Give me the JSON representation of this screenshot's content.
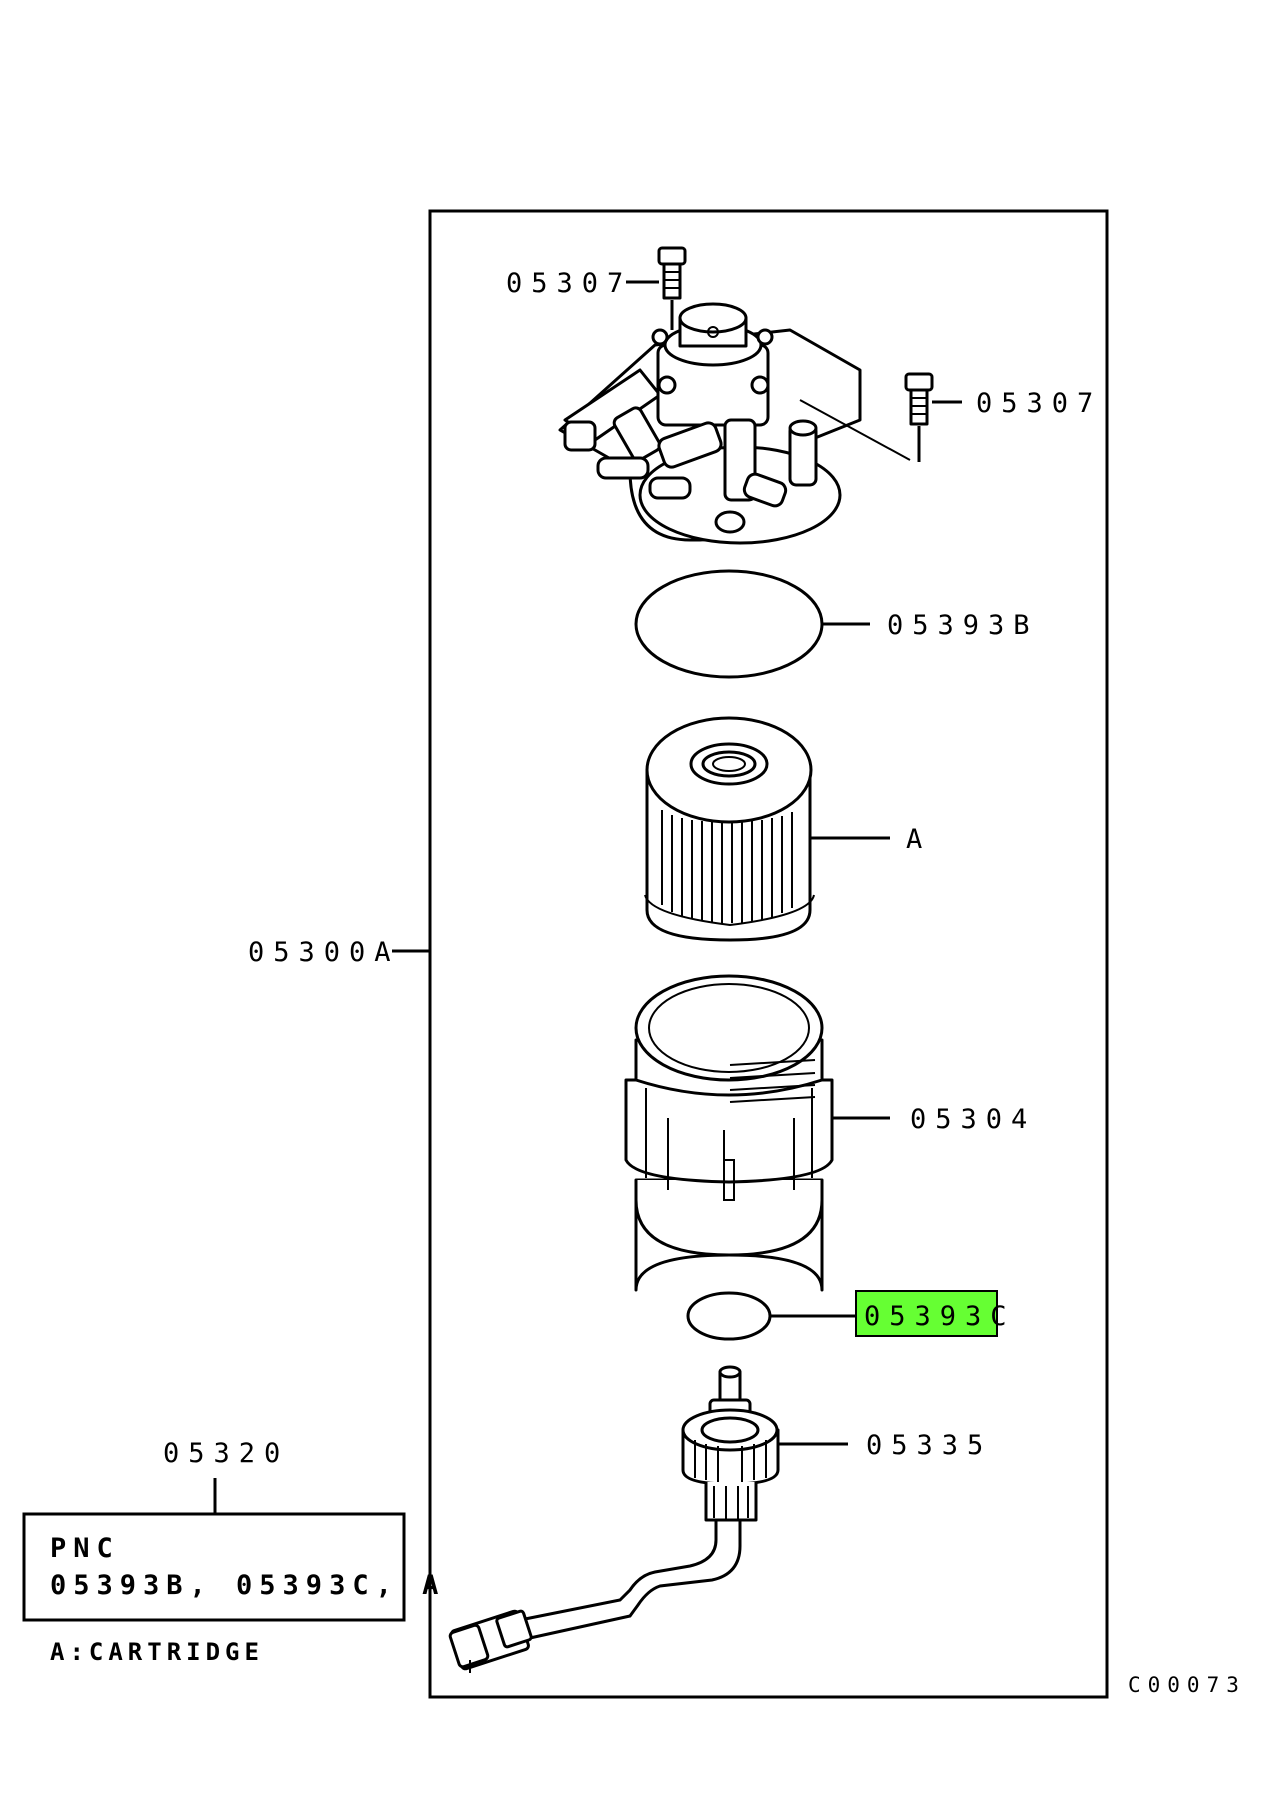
{
  "labels": {
    "bolt_top": "05307",
    "bolt_right": "05307",
    "oring_large": "05393B",
    "cartridge": "A",
    "assembly": "05300A",
    "bowl": "05304",
    "oring_small": "05393C",
    "sensor": "05335",
    "kit": "05320"
  },
  "kit_box": {
    "line1": "PNC",
    "line2": "05393B, 05393C, A"
  },
  "footnote": "A:CARTRIDGE",
  "ref_code": "C00073",
  "colors": {
    "highlight": "#66ff33",
    "line": "#000000"
  }
}
